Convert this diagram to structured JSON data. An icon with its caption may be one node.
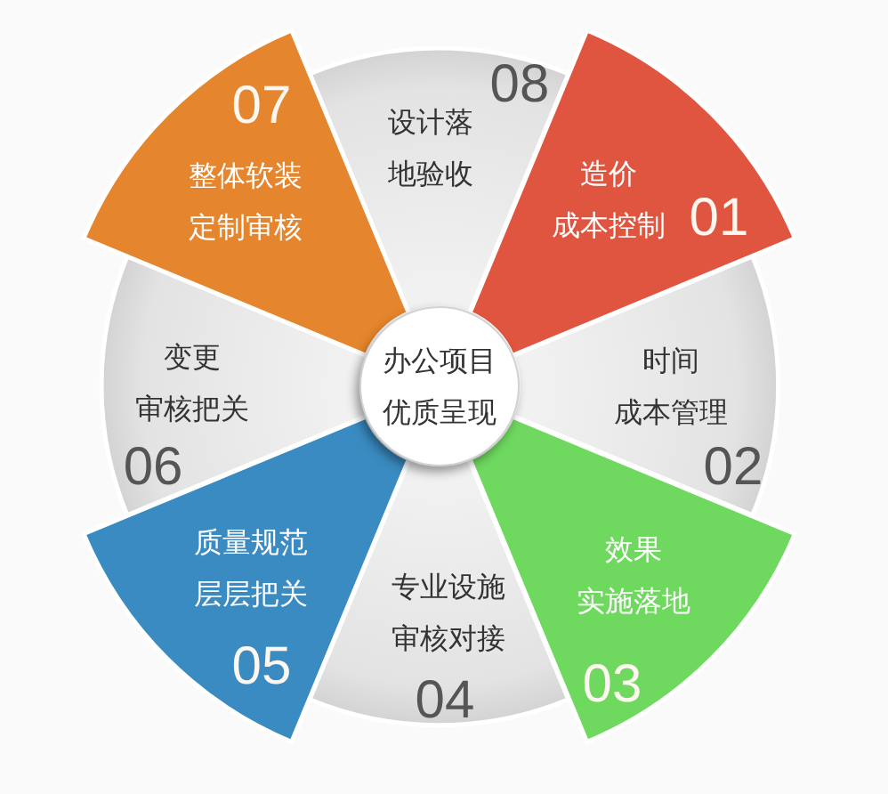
{
  "diagram": {
    "nodes": [
      {
        "text": [
          "办公项目优质呈现"
        ]
      },
      {
        "text": [
          "造价成本控制",
          "01"
        ]
      },
      {
        "text": [
          "时间成本管理",
          "02"
        ]
      },
      {
        "text": [
          "效果实施落地",
          "03"
        ]
      },
      {
        "text": [
          "专业设施审核对接",
          "04"
        ]
      },
      {
        "text": [
          "质量规范层层把关",
          "05"
        ]
      },
      {
        "text": [
          "变更审核把关",
          "06"
        ]
      },
      {
        "text": [
          "07",
          "整体软装定制审核"
        ]
      },
      {
        "text": [
          "设计落地验收",
          "08"
        ]
      }
    ]
  }
}
